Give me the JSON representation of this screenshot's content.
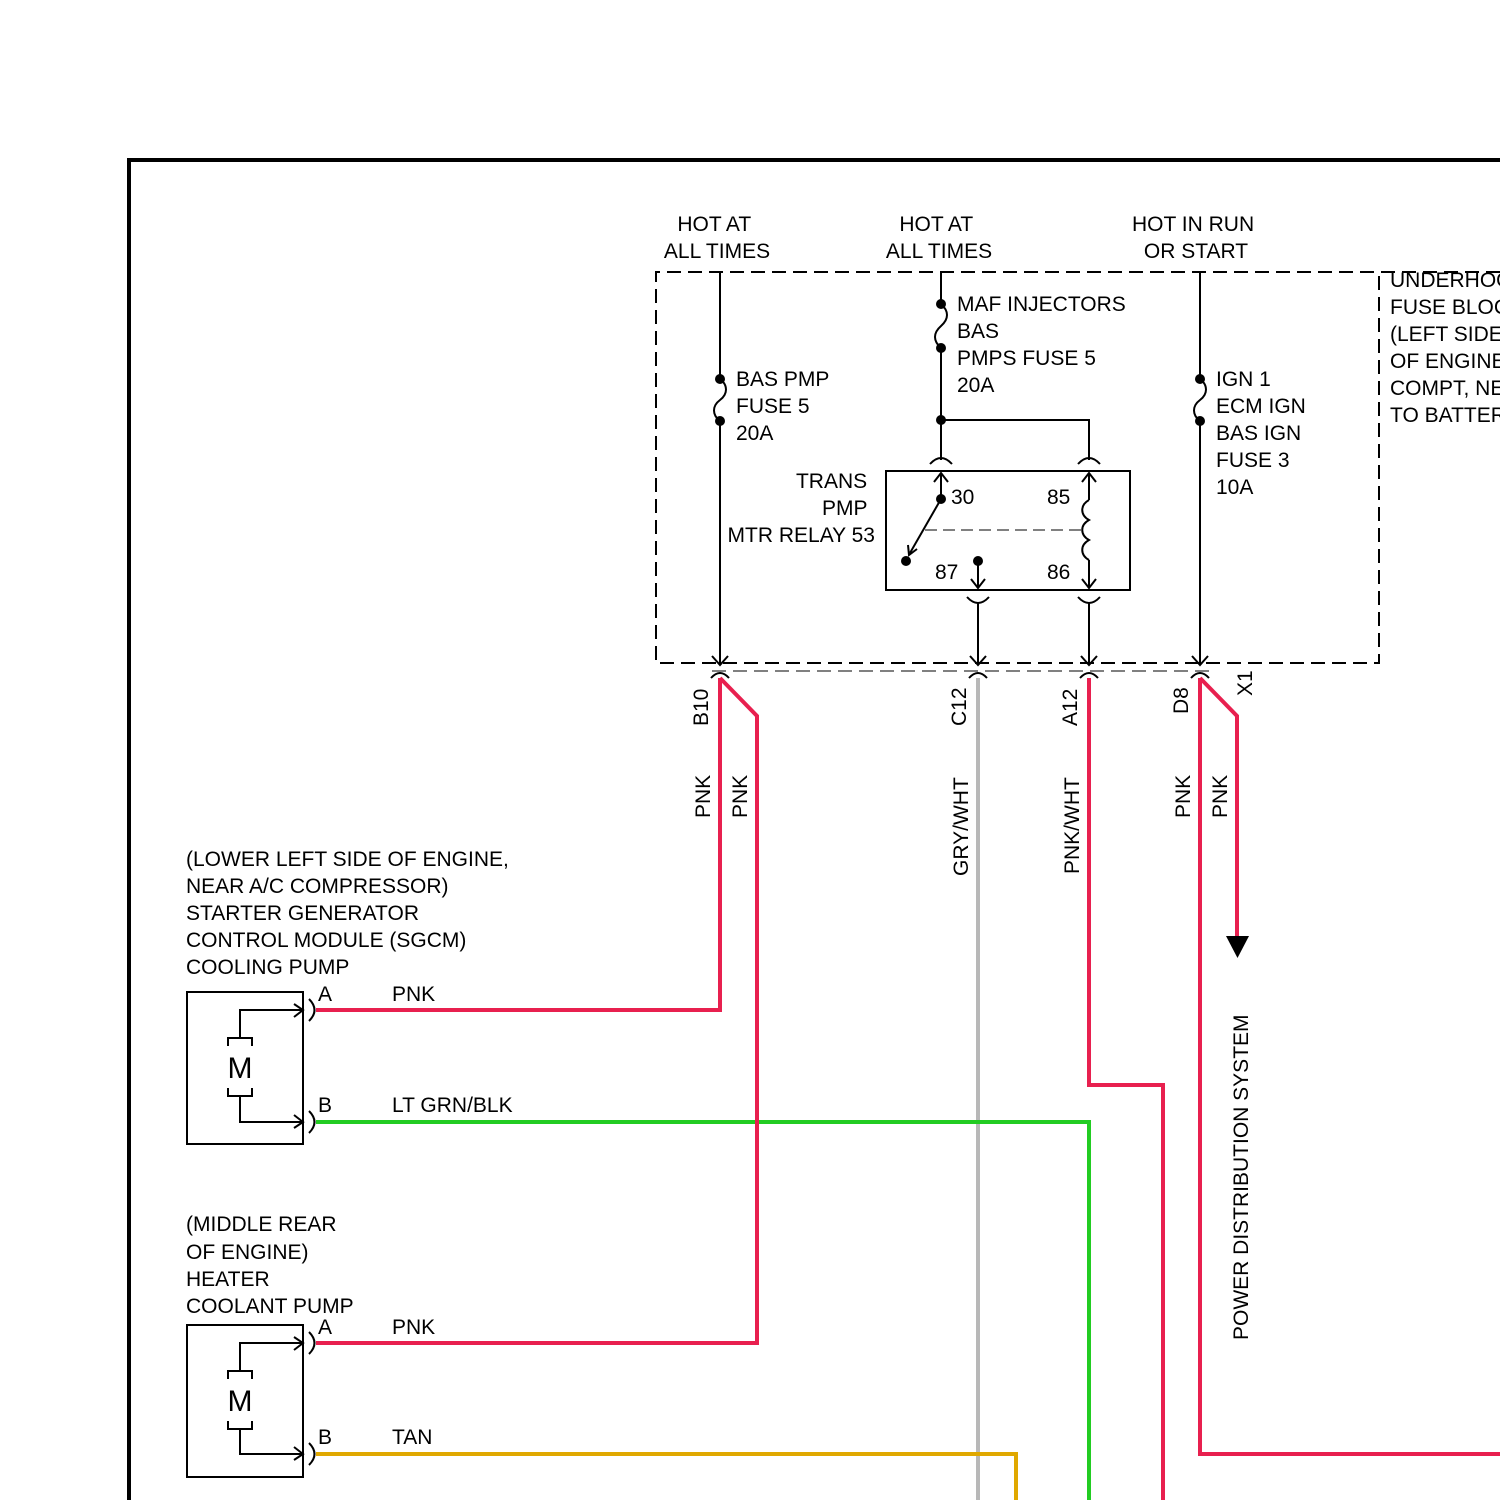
{
  "supply": {
    "hot_at_all_times_1": [
      "HOT AT",
      "ALL TIMES"
    ],
    "hot_at_all_times_2": [
      "HOT AT",
      "ALL TIMES"
    ],
    "hot_in_run_or_start": [
      "HOT IN RUN",
      "OR START"
    ]
  },
  "fuse_block": {
    "label": [
      "UNDERHOOD",
      "FUSE BLOCK",
      "(LEFT SIDE",
      "OF ENGINE",
      "COMPT, NEXT",
      "TO BATTERY)"
    ]
  },
  "fuses": {
    "bas_pmp": [
      "BAS PMP",
      "FUSE 5",
      "20A"
    ],
    "maf": [
      "MAF INJECTORS",
      "BAS",
      "PMPS FUSE 5",
      "20A"
    ],
    "ign1": [
      "IGN 1",
      "ECM IGN",
      "BAS IGN",
      "FUSE 3",
      "10A"
    ]
  },
  "relay": {
    "label": [
      "TRANS",
      "PMP",
      "MTR RELAY 53"
    ],
    "pin_30": "30",
    "pin_85": "85",
    "pin_87": "87",
    "pin_86": "86"
  },
  "connectors": {
    "b10": "B10",
    "c12": "C12",
    "a12": "A12",
    "d8": "D8",
    "x1": "X1"
  },
  "wires": {
    "pnk": "PNK",
    "gry_wht": "GRY/WHT",
    "pnk_wht": "PNK/WHT",
    "lt_grn_blk": "LT GRN/BLK",
    "tan": "TAN"
  },
  "cooling_pump": {
    "label": [
      "(LOWER LEFT SIDE OF ENGINE,",
      "NEAR A/C COMPRESSOR)",
      "STARTER GENERATOR",
      "CONTROL MODULE (SGCM)",
      "COOLING PUMP"
    ],
    "motor": "M",
    "pin_a": "A",
    "pin_b": "B"
  },
  "heater_pump": {
    "label": [
      "(MIDDLE REAR",
      "OF ENGINE)",
      "HEATER",
      "COOLANT PUMP"
    ],
    "motor": "M",
    "pin_a": "A",
    "pin_b": "B"
  },
  "power_distribution": "POWER DISTRIBUTION SYSTEM",
  "colors": {
    "pink": "#e8204f",
    "gray": "#b8b8b8",
    "green": "#22cc22",
    "tan": "#e0a800"
  }
}
